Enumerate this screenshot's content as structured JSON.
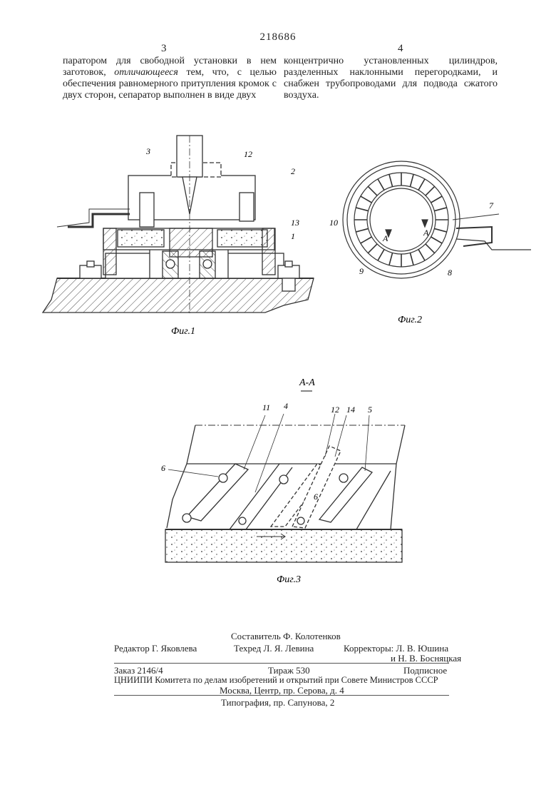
{
  "header": {
    "patent_number": "218686",
    "page_left": "3",
    "page_right": "4"
  },
  "text": {
    "left_column_before": "паратором для свободной установки в нем заготовок, ",
    "left_column_italic": "отличающееся",
    "left_column_after": " тем, что, с целью обеспечения равномерного притупления кромок с двух сторон, сепаратор выполнен в виде двух",
    "right_column": "концентрично установленных цилиндров, разделенных наклонными перегородками, и снабжен трубопроводами для подвода сжатого воздуха."
  },
  "figures": {
    "fig1": {
      "caption": "Фиг.1",
      "labels": [
        "3",
        "12",
        "2",
        "13",
        "1"
      ]
    },
    "fig2": {
      "caption": "Фиг.2",
      "labels": [
        "10",
        "7",
        "9",
        "8",
        "А",
        "А"
      ]
    },
    "fig3": {
      "section": "А-А",
      "caption": "Фиг.3",
      "labels": [
        "11",
        "4",
        "12",
        "14",
        "5",
        "6",
        "6"
      ]
    }
  },
  "imprint": {
    "compiler": "Составитель  Ф. Колотенков",
    "editor": "Редактор  Г. Яковлева",
    "techred": "Техред  Л. Я. Левина",
    "correctors_1": "Корректоры:  Л. В. Юшина",
    "correctors_2": "и  Н. В. Босняцкая",
    "order": "Заказ  2146/4",
    "circulation": "Тираж  530",
    "subscription": "Подписное",
    "org": "ЦНИИПИ  Комитета  по  делам  изобретений  и  открытий  при  Совете  Министров  СССР",
    "address": "Москва,  Центр,  пр. Серова,  д. 4",
    "printing": "Типография,  пр. Сапунова,  2"
  }
}
